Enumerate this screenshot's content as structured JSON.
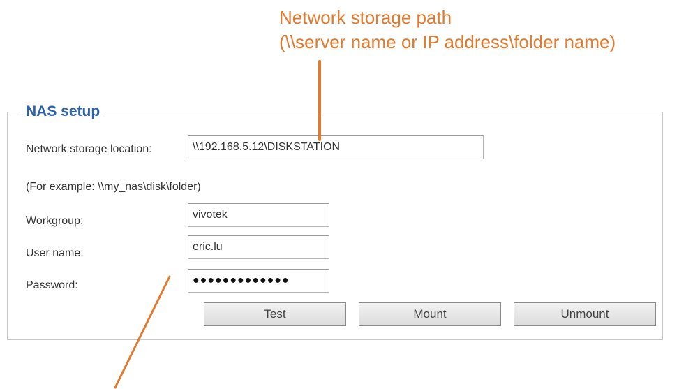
{
  "annotation": {
    "title": "Network storage path",
    "subtitle": "(\\\\server name or IP address\\folder name)"
  },
  "nas_setup": {
    "legend": "NAS setup",
    "location_label": "Network storage location:",
    "location_value": "\\\\192.168.5.12\\DISKSTATION",
    "example_text": "(For example: \\\\my_nas\\disk\\folder)",
    "workgroup_label": "Workgroup:",
    "workgroup_value": "vivotek",
    "username_label": "User name:",
    "username_value": "eric.lu",
    "password_label": "Password:",
    "password_value": "●●●●●●●●●●●●●",
    "buttons": {
      "test": "Test",
      "mount": "Mount",
      "unmount": "Unmount"
    }
  },
  "colors": {
    "annotation": "#e07a2e",
    "legend": "#2f62ad"
  }
}
